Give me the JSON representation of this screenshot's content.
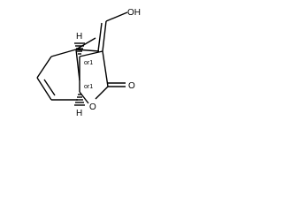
{
  "atoms": {
    "hydroxyl": "OH",
    "carbonyl_oxygen": "O",
    "ring_oxygen": "O",
    "hydrogen_top": "H",
    "hydrogen_bottom": "H"
  },
  "stereo_descriptors": {
    "top": "or1",
    "bottom": "or1"
  }
}
